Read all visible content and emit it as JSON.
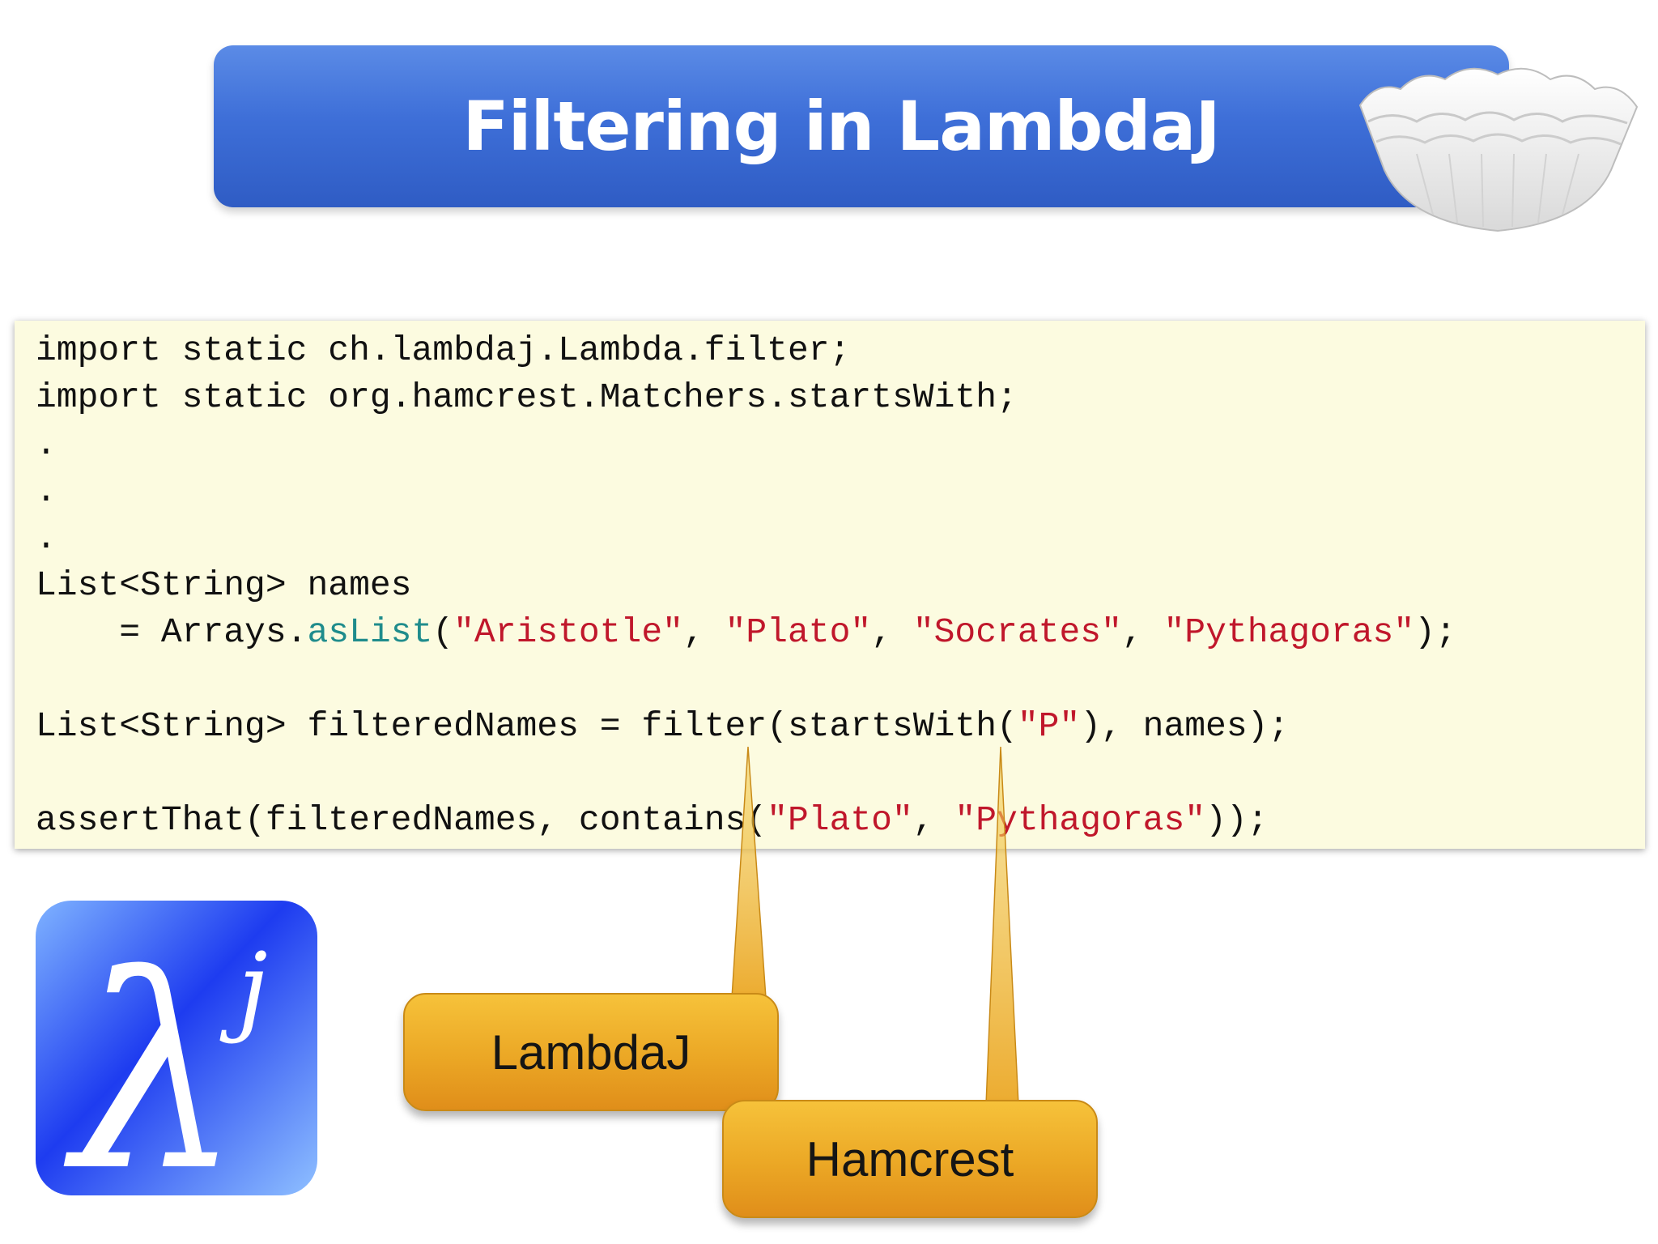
{
  "slide": {
    "title": "Filtering in LambdaJ"
  },
  "code": {
    "line1": "import static ch.lambdaj.Lambda.filter;",
    "line2": "import static org.hamcrest.Matchers.startsWith;",
    "dot1": ".",
    "dot2": ".",
    "dot3": ".",
    "line6": "List<String> names",
    "line7": {
      "prefix": "    = Arrays.",
      "method": "asList",
      "open": "(",
      "s1": "\"Aristotle\"",
      "sep1": ", ",
      "s2": "\"Plato\"",
      "sep2": ", ",
      "s3": "\"Socrates\"",
      "sep3": ", ",
      "s4": "\"Pythagoras\"",
      "close": ");"
    },
    "line9": {
      "prefix": "List<String> filteredNames = filter(startsWith(",
      "s1": "\"P\"",
      "suffix": "), names);"
    },
    "line11": {
      "prefix": "assertThat(filteredNames, contains(",
      "s1": "\"Plato\"",
      "sep1": ", ",
      "s2": "\"Pythagoras\"",
      "suffix": "));"
    }
  },
  "callouts": {
    "lambdaj": "LambdaJ",
    "hamcrest": "Hamcrest"
  },
  "logo": {
    "glyph": "λ",
    "superscript": "j"
  },
  "colors": {
    "title_bar": "#3e6fd8",
    "code_background": "#fcfbe0",
    "string_literal": "#c0172b",
    "method_highlight": "#1f8c8c",
    "callout": "#eba725"
  },
  "icons": {
    "decoration": "coffee-filter-icon",
    "logo": "lambdaj-logo-icon"
  }
}
